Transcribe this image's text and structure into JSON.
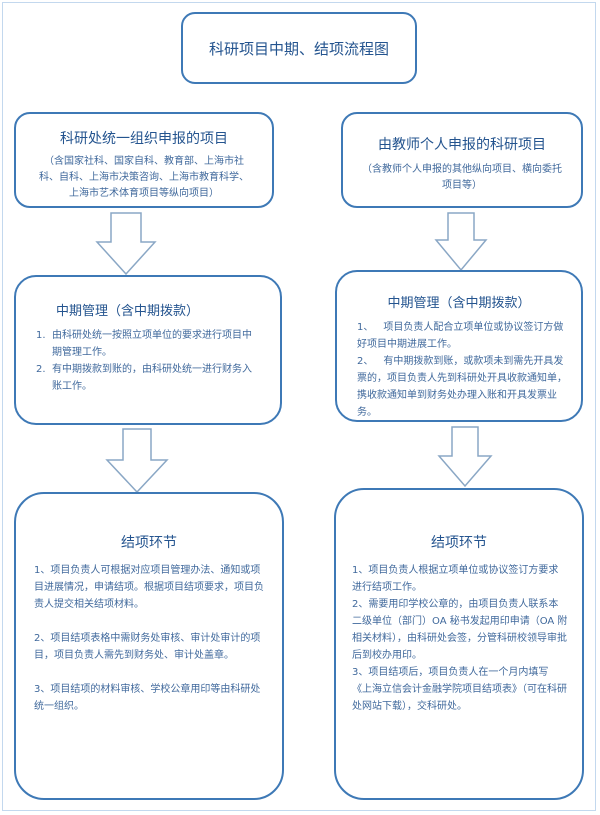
{
  "diagram": {
    "title": "科研项目中期、结项流程图"
  },
  "left": {
    "header": {
      "title": "科研处统一组织申报的项目",
      "note": "（含国家社科、国家自科、教育部、上海市社科、自科、上海市决策咨询、上海市教育科学、上海市艺术体育项目等纵向项目）"
    },
    "mid": {
      "title": "中期管理（含中期拨款）",
      "items": [
        {
          "num": "1.",
          "text": "由科研处统一按照立项单位的要求进行项目中期管理工作。"
        },
        {
          "num": "2.",
          "text": "有中期拨款到账的，由科研处统一进行财务入账工作。"
        }
      ]
    },
    "final": {
      "title": "结项环节",
      "paragraphs": [
        "1、项目负责人可根据对应项目管理办法、通知或项目进展情况，申请结项。根据项目结项要求，项目负责人提交相关结项材料。",
        "2、项目结项表格中需财务处审核、审计处审计的项目，项目负责人需先到财务处、审计处盖章。",
        "3、项目结项的材料审核、学校公章用印等由科研处统一组织。"
      ]
    }
  },
  "right": {
    "header": {
      "title": "由教师个人申报的科研项目",
      "note": "（含教师个人申报的其他纵向项目、横向委托项目等）"
    },
    "mid": {
      "title": "中期管理（含中期拨款）",
      "items": [
        {
          "num": "1、",
          "text": "项目负责人配合立项单位或协议签订方做好项目中期进展工作。"
        },
        {
          "num": "2、",
          "text": "有中期拨款到账，或款项未到需先开具发票的，项目负责人先到科研处开具收款通知单，携收款通知单到财务处办理入账和开具发票业务。"
        }
      ]
    },
    "final": {
      "title": "结项环节",
      "paragraphs": [
        "1、项目负责人根据立项单位或协议签订方要求进行结项工作。",
        "2、需要用印学校公章的，由项目负责人联系本二级单位（部门）OA 秘书发起用印申请（OA 附相关材料），由科研处会签，分管科研校领导审批后到校办用印。",
        "3、项目结项后，项目负责人在一个月内填写《上海立信会计金融学院项目结项表》（可在科研处网站下载），交科研处。"
      ]
    }
  }
}
